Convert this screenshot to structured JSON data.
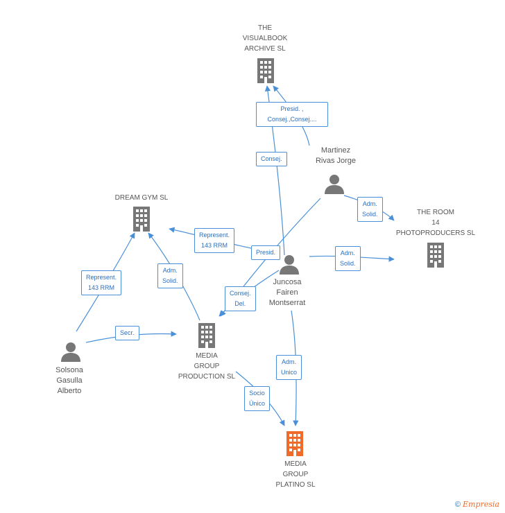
{
  "companies": {
    "visualbook": {
      "lines": [
        "THE",
        "VISUALBOOK",
        "ARCHIVE SL"
      ]
    },
    "dreamgym": {
      "lines": [
        "DREAM GYM SL"
      ]
    },
    "theroom": {
      "lines": [
        "THE ROOM",
        "14",
        "PHOTOPRODUCERS SL"
      ]
    },
    "mediaproduction": {
      "lines": [
        "MEDIA",
        "GROUP",
        "PRODUCTION SL"
      ]
    },
    "platino": {
      "lines": [
        "MEDIA",
        "GROUP",
        "PLATINO SL"
      ]
    }
  },
  "people": {
    "martinez": {
      "lines": [
        "Martinez",
        "Rivas Jorge"
      ]
    },
    "juncosa": {
      "lines": [
        "Juncosa",
        "Fairen",
        "Montserrat"
      ]
    },
    "solsona": {
      "lines": [
        "Solsona",
        "Gasulla",
        "Alberto"
      ]
    }
  },
  "edges": {
    "presid_consej": [
      "Presid. ,",
      "Consej.,Consej...."
    ],
    "consej": [
      "Consej."
    ],
    "adm_solid_room_top": [
      "Adm.",
      "Solid."
    ],
    "adm_solid_room": [
      "Adm.",
      "Solid."
    ],
    "represent_dream_juncosa": [
      "Represent.",
      "143 RRM"
    ],
    "presid": [
      "Presid."
    ],
    "represent_dream_solsona": [
      "Represent.",
      "143 RRM"
    ],
    "adm_solid_dream": [
      "Adm.",
      "Solid."
    ],
    "consej_del": [
      "Consej.",
      "Del."
    ],
    "secr": [
      "Secr."
    ],
    "adm_unico": [
      "Adm.",
      "Unico"
    ],
    "socio_unico": [
      "Socio",
      "Único"
    ]
  },
  "colors": {
    "edge": "#4a90d9",
    "node": "#777777",
    "highlight": "#f06a2a"
  },
  "footer": {
    "copyright": "©",
    "brand": "Empresia"
  }
}
